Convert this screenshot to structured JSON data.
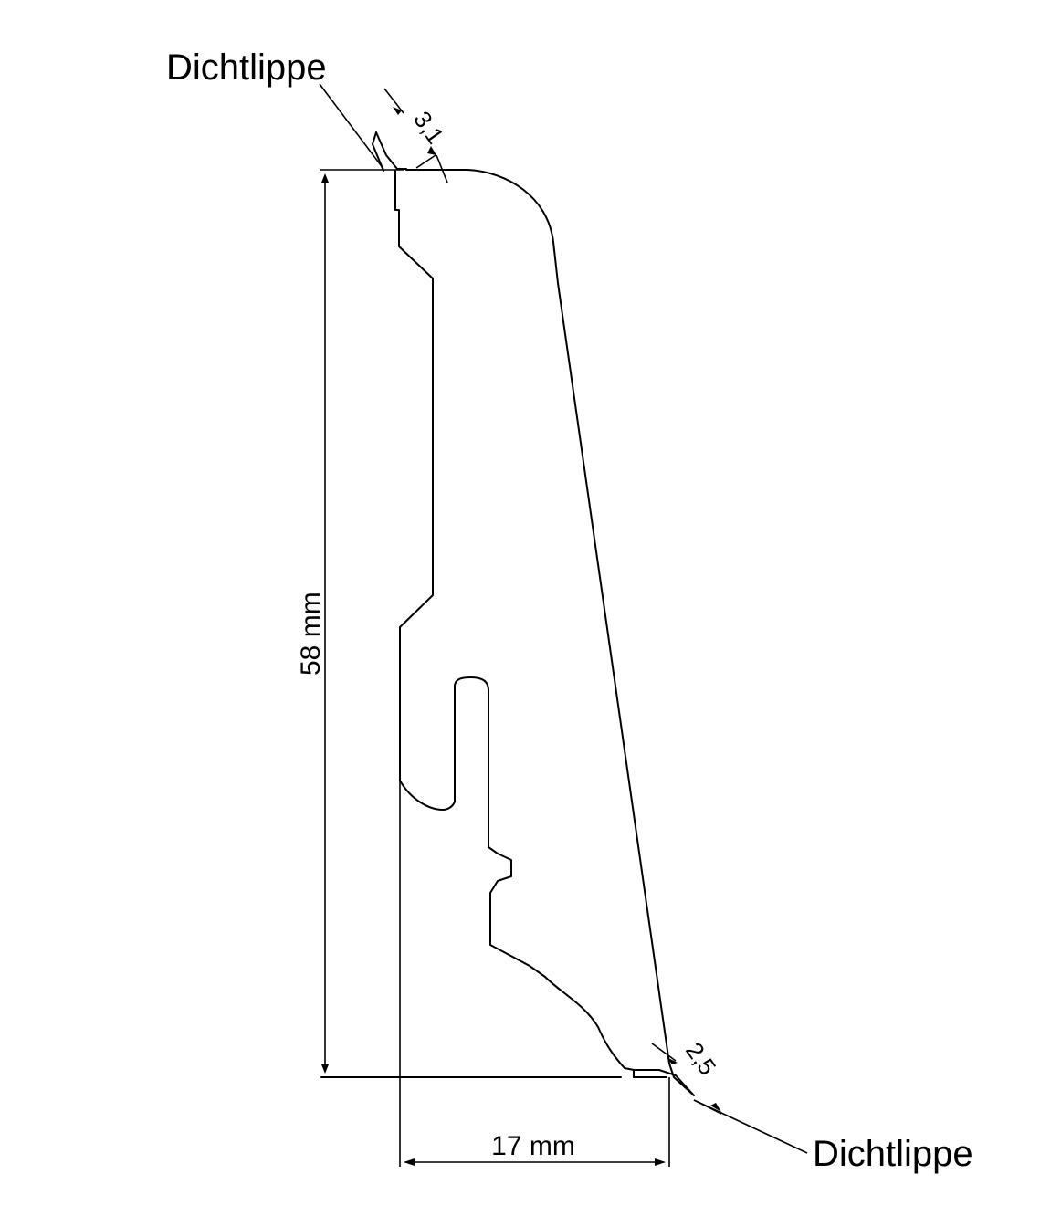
{
  "labels": {
    "seal_lip_top": "Dichtlippe",
    "seal_lip_bottom": "Dichtlippe",
    "height_dimension": "58 mm",
    "depth_dimension": "17 mm",
    "top_lip_thickness": "3,1",
    "bottom_lip_thickness": "2,5"
  },
  "colors": {
    "line": "#000000",
    "background": "#ffffff"
  }
}
